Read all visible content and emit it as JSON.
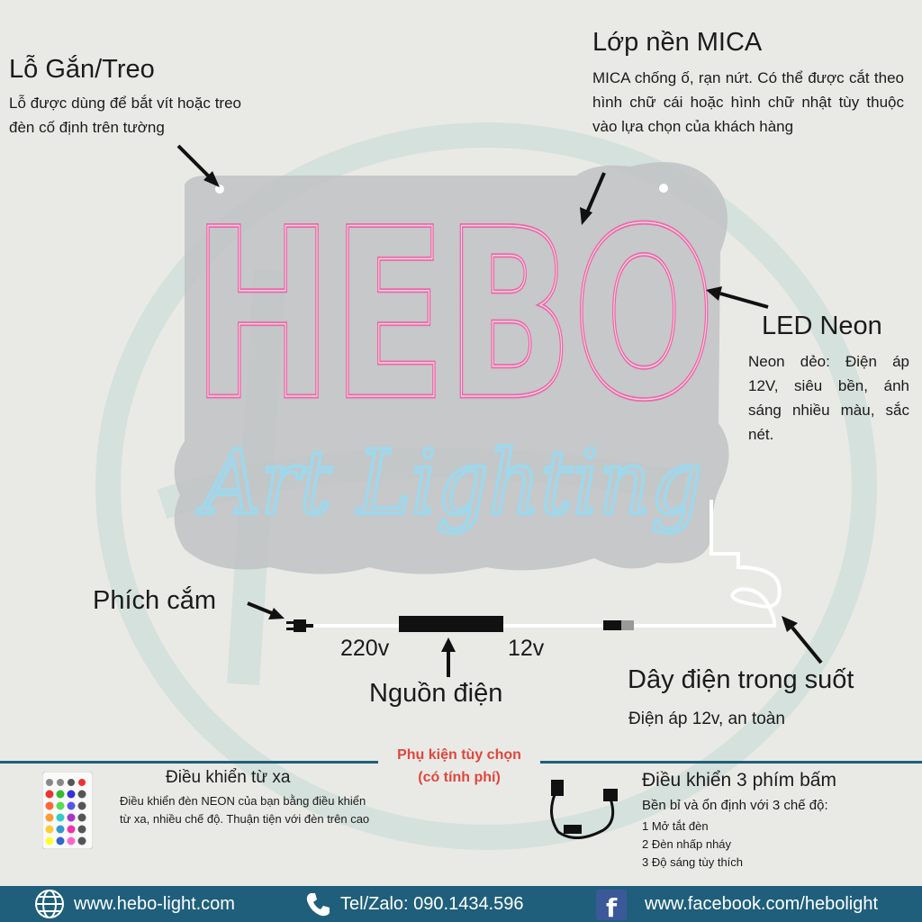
{
  "mount": {
    "title": "Lỗ Gắn/Treo",
    "desc": "Lỗ được dùng để bắt vít hoặc treo đèn cố định trên tường"
  },
  "mica": {
    "title": "Lớp nền MICA",
    "desc": "MICA  chống ố, rạn nứt. Có thể được cắt theo hình chữ cái  hoặc hình chữ nhật tùy thuộc vào lựa chọn của khách hàng"
  },
  "led": {
    "title": "LED Neon",
    "desc": "Neon dẻo: Điện áp 12V, siêu bền, ánh sáng nhiều màu, sắc nét."
  },
  "sign": {
    "main_text": "HEBO",
    "script_text": "Art Lighting"
  },
  "plug": {
    "title": "Phích cắm"
  },
  "power": {
    "label_220": "220v",
    "label_12": "12v",
    "title": "Nguồn điện"
  },
  "wire": {
    "title": "Dây điện trong suốt",
    "desc": "Điện áp 12v, an toàn"
  },
  "accessories": {
    "heading_line1": "Phụ kiện tùy chọn",
    "heading_line2": "(có tính phí)",
    "remote": {
      "title": "Điều khiển từ xa",
      "desc": "Điều khiển đèn NEON của bạn bằng điều khiển từ xa, nhiều chế độ. Thuận tiện với đèn trên cao"
    },
    "buttons": {
      "title": "Điều khiển 3 phím bấm",
      "desc": "Bền bỉ và ổn định với 3 chế độ:",
      "modes": [
        "1 Mở tắt đèn",
        "2 Đèn nhấp nháy",
        "3 Độ sáng tùy thích"
      ]
    }
  },
  "footer": {
    "website": "www.hebo-light.com",
    "phone": "Tel/Zalo: 090.1434.596",
    "facebook": "www.facebook.com/hebolight"
  },
  "colors": {
    "pink_neon": "#e86aa6",
    "blue_neon": "#9fd8ec",
    "accent_red": "#e2453c",
    "footer_bg": "#1f5f7b"
  }
}
